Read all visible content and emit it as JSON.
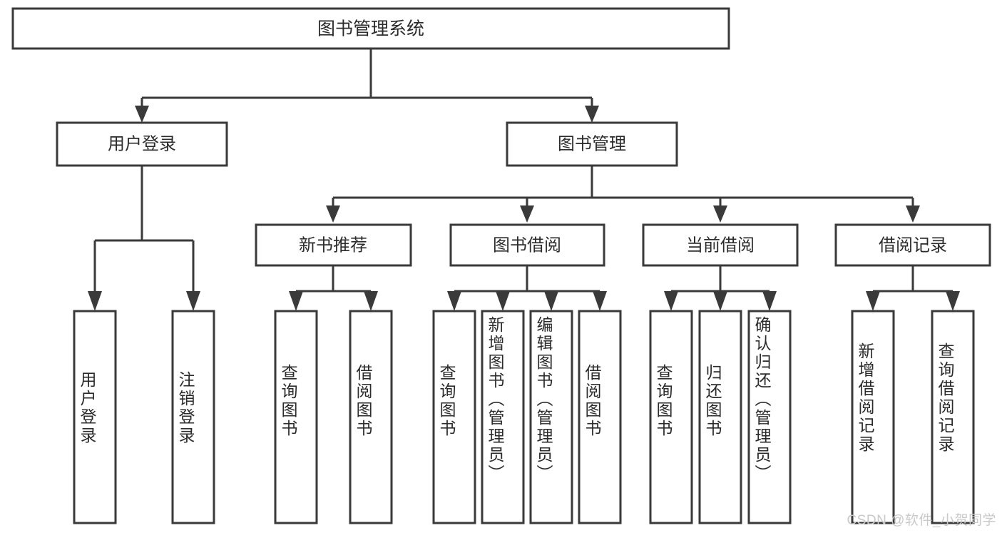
{
  "diagram": {
    "type": "tree-hierarchy",
    "title": "图书管理系统",
    "watermark": "CSDN @软件_小贺同学",
    "colors": {
      "stroke": "#3a3a3a",
      "box_fill": "#ffffff",
      "text": "#2b2b2b",
      "background": "#ffffff",
      "watermark": "#c9c9c9"
    },
    "root": {
      "label": "图书管理系统",
      "orientation": "horizontal"
    },
    "level2": [
      {
        "label": "用户登录",
        "orientation": "horizontal"
      },
      {
        "label": "图书管理",
        "orientation": "horizontal"
      }
    ],
    "level3": [
      {
        "label": "新书推荐",
        "orientation": "horizontal",
        "parent": "图书管理"
      },
      {
        "label": "图书借阅",
        "orientation": "horizontal",
        "parent": "图书管理"
      },
      {
        "label": "当前借阅",
        "orientation": "horizontal",
        "parent": "图书管理"
      },
      {
        "label": "借阅记录",
        "orientation": "horizontal",
        "parent": "图书管理"
      }
    ],
    "leaves": [
      {
        "label": "用户登录",
        "parent": "用户登录",
        "orientation": "vertical"
      },
      {
        "label": "注销登录",
        "parent": "用户登录",
        "orientation": "vertical"
      },
      {
        "label": "查询图书",
        "parent": "新书推荐",
        "orientation": "vertical"
      },
      {
        "label": "借阅图书",
        "parent": "新书推荐",
        "orientation": "vertical"
      },
      {
        "label": "查询图书",
        "parent": "图书借阅",
        "orientation": "vertical"
      },
      {
        "label": "新增图书（管理员）",
        "parent": "图书借阅",
        "orientation": "vertical"
      },
      {
        "label": "编辑图书（管理员）",
        "parent": "图书借阅",
        "orientation": "vertical"
      },
      {
        "label": "借阅图书",
        "parent": "图书借阅",
        "orientation": "vertical"
      },
      {
        "label": "查询图书",
        "parent": "当前借阅",
        "orientation": "vertical"
      },
      {
        "label": "归还图书",
        "parent": "当前借阅",
        "orientation": "vertical"
      },
      {
        "label": "确认归还（管理员）",
        "parent": "当前借阅",
        "orientation": "vertical"
      },
      {
        "label": "新增借阅记录",
        "parent": "借阅记录",
        "orientation": "vertical"
      },
      {
        "label": "查询借阅记录",
        "parent": "借阅记录",
        "orientation": "vertical"
      }
    ]
  }
}
